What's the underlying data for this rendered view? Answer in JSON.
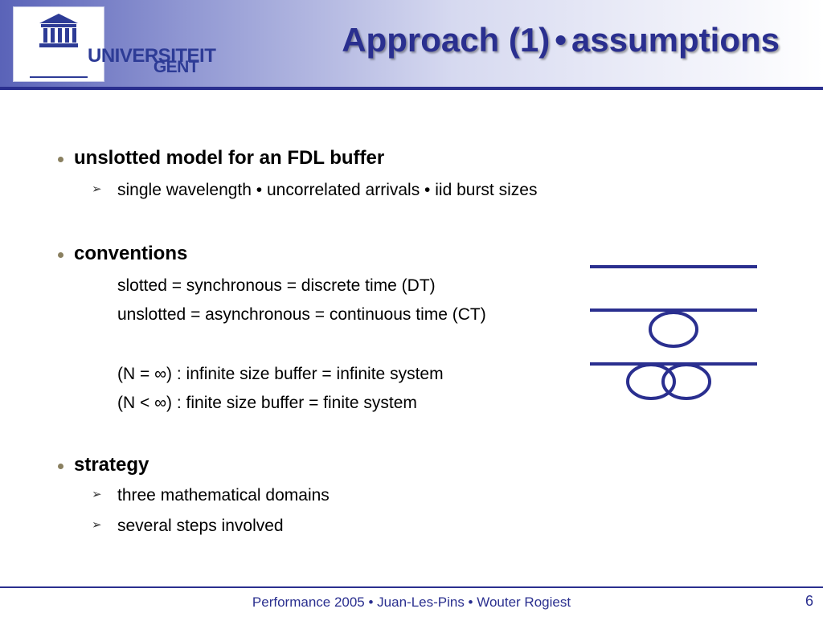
{
  "logo": {
    "line1": "UNIVERSITEIT",
    "line2": "GENT"
  },
  "title": {
    "part1": "Approach (1)",
    "separator": "•",
    "part2": "assumptions"
  },
  "bullets": [
    {
      "heading": "unslotted model for an FDL buffer",
      "sub": [
        "single wavelength • uncorrelated arrivals • iid burst sizes"
      ]
    },
    {
      "heading": "conventions",
      "lines": [
        "slotted = synchronous = discrete time (DT)",
        "unslotted = asynchronous = continuous time (CT)",
        "(N = ∞) : infinite size buffer = infinite system",
        "(N < ∞) : finite size buffer = finite system"
      ]
    },
    {
      "heading": "strategy",
      "sub": [
        "three mathematical domains",
        "several steps involved"
      ]
    }
  ],
  "footer": {
    "text": "Performance 2005 • Juan-Les-Pins • Wouter Rogiest",
    "page": "6"
  },
  "colors": {
    "accent": "#2a2f8f",
    "band_start": "#5a63b8",
    "bullet": "#8a8060"
  }
}
